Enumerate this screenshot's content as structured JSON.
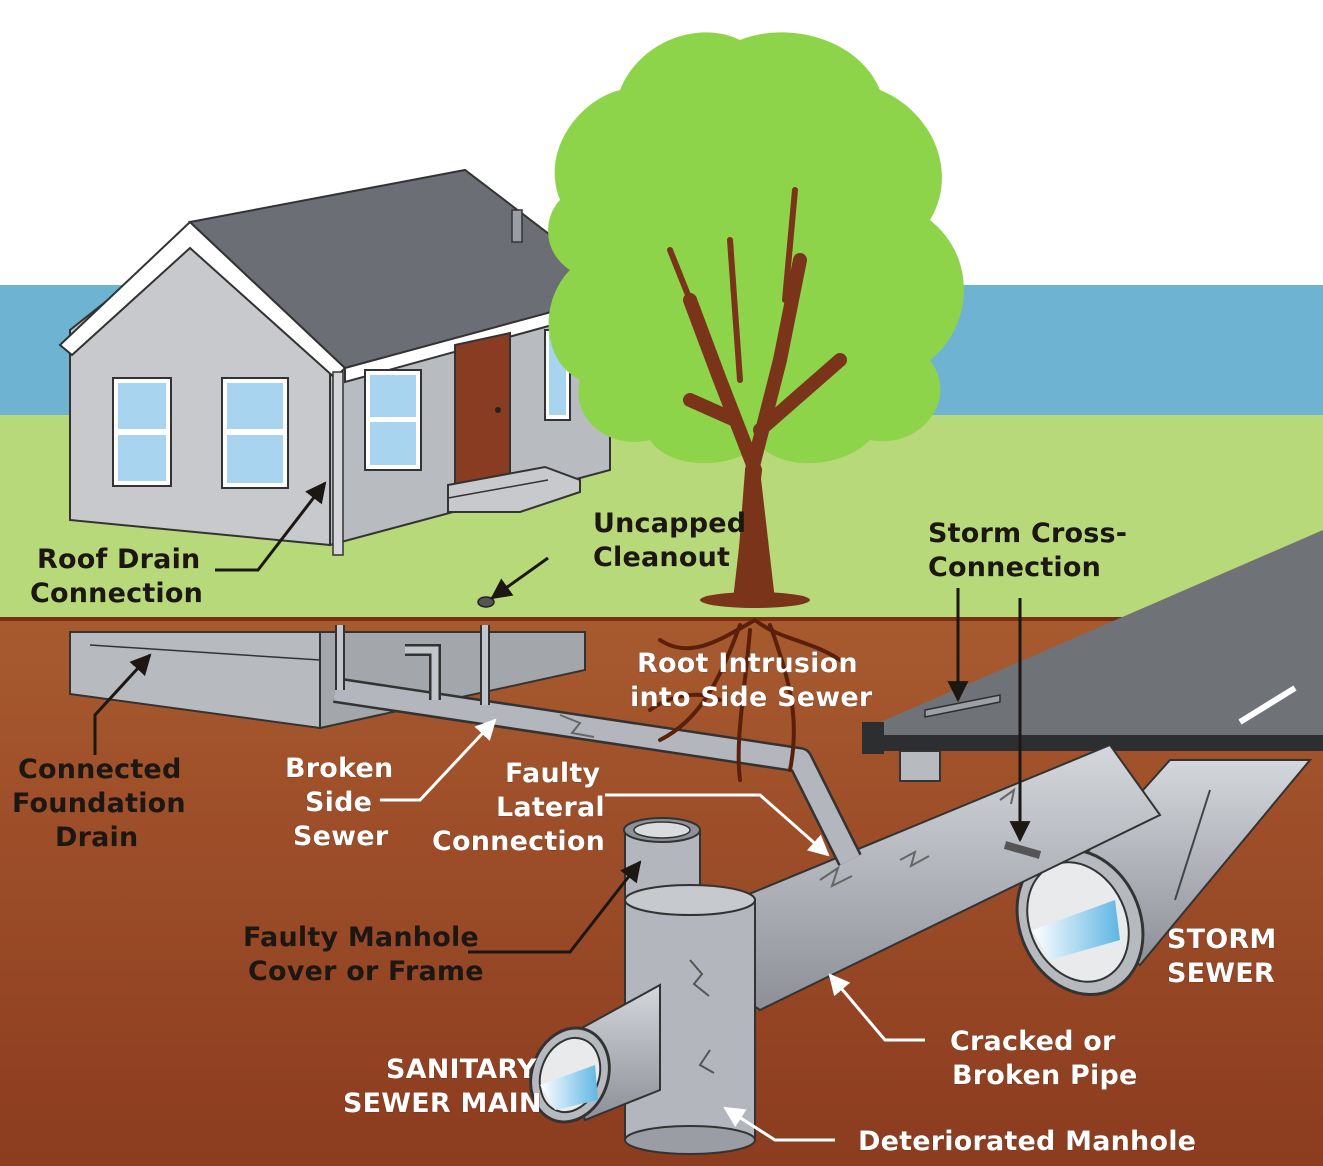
{
  "labels": {
    "roof_drain": [
      "Roof Drain",
      "Connection"
    ],
    "uncapped_cleanout": [
      "Uncapped",
      "Cleanout"
    ],
    "storm_cross": [
      "Storm Cross-",
      "Connection"
    ],
    "root_intrusion": [
      "Root Intrusion",
      "into Side Sewer"
    ],
    "connected_foundation": [
      "Connected",
      "Foundation",
      "Drain"
    ],
    "broken_side_sewer": [
      "Broken",
      "Side",
      "Sewer"
    ],
    "faulty_lateral": [
      "Faulty",
      "Lateral",
      "Connection"
    ],
    "faulty_manhole_cover": [
      "Faulty Manhole",
      "Cover or Frame"
    ],
    "storm_sewer": [
      "STORM",
      "SEWER"
    ],
    "sanitary_sewer_main": [
      "SANITARY",
      "SEWER MAIN"
    ],
    "cracked_pipe": [
      "Cracked or",
      "Broken Pipe"
    ],
    "deteriorated_manhole": [
      "Deteriorated Manhole"
    ]
  },
  "colors": {
    "sky": "#6fb3d2",
    "grass": "#b8d97a",
    "soil_top": "#a5582e",
    "soil_bottom": "#8a3b1e",
    "house_wall": "#c7c9cd",
    "roof": "#6b6f75",
    "door": "#8a3c22",
    "tree_foliage": "#8ed44a",
    "trunk": "#7a3419",
    "pipe": "#b3b7bd",
    "road": "#6f7378",
    "water": "#7fc6e8"
  }
}
